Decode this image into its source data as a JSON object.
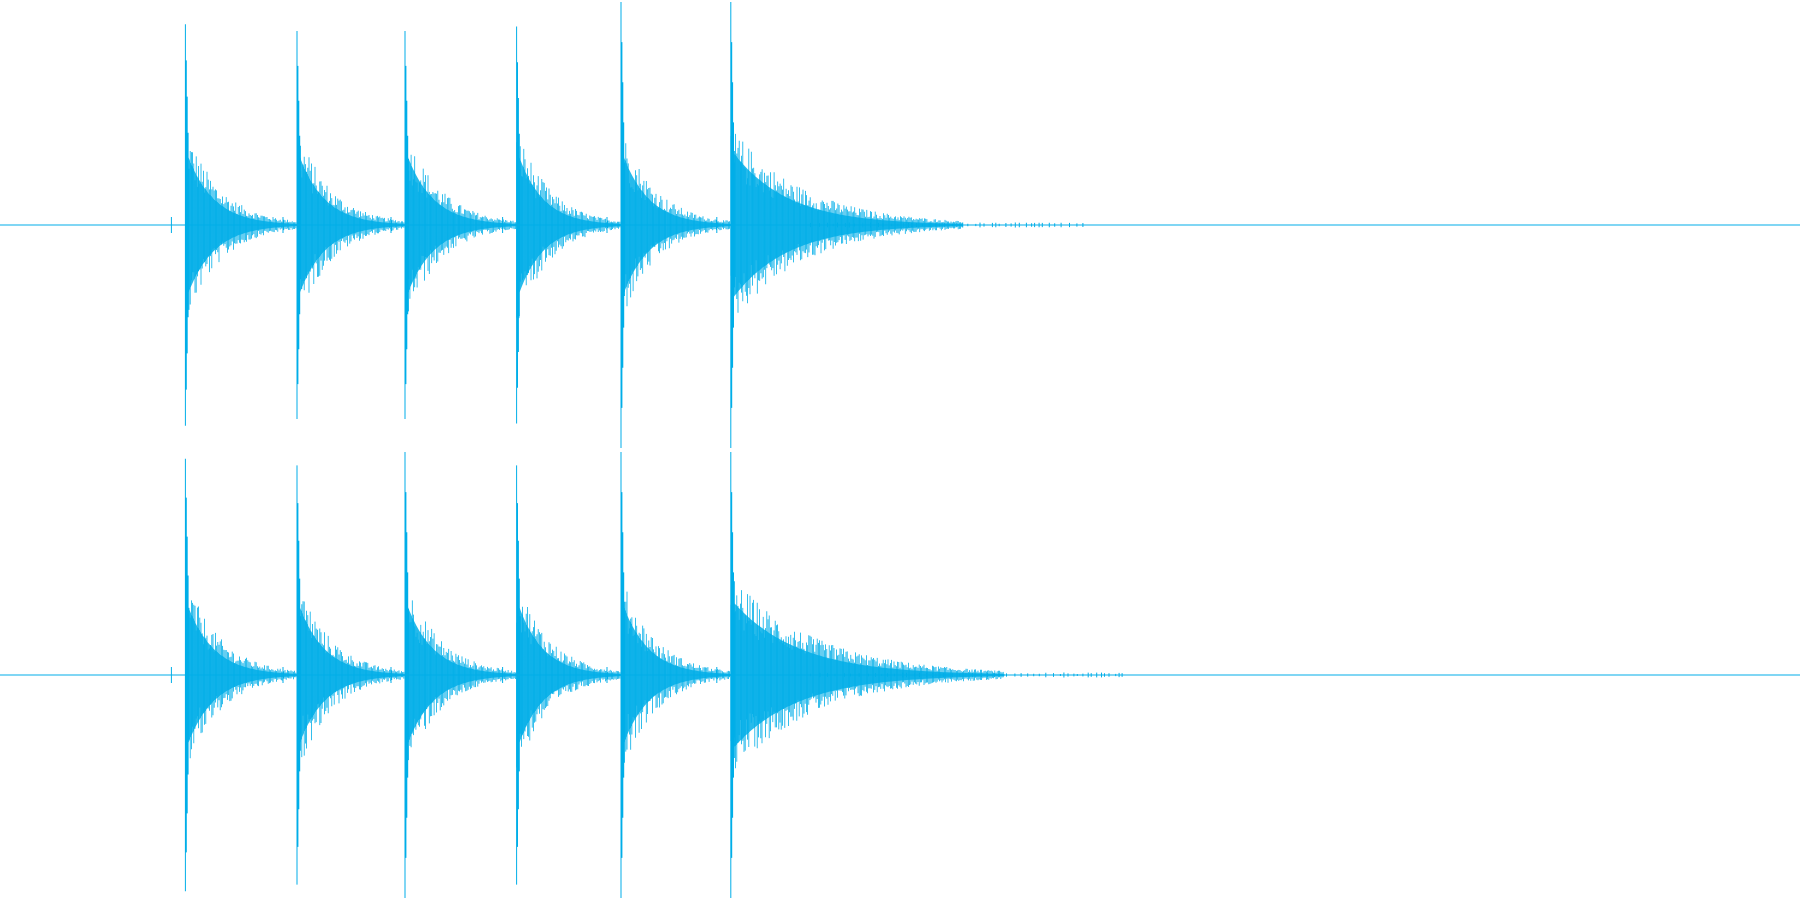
{
  "waveform": {
    "color": "#00aee8",
    "background": "#ffffff",
    "channel_count": 2,
    "channels": [
      {
        "name": "channel-1",
        "transients": [
          {
            "onset": 0.103,
            "peak_pos": 0.9,
            "peak_neg": 0.9,
            "body": 0.34
          },
          {
            "onset": 0.165,
            "peak_pos": 0.87,
            "peak_neg": 0.87,
            "body": 0.34
          },
          {
            "onset": 0.225,
            "peak_pos": 0.87,
            "peak_neg": 0.87,
            "body": 0.34
          },
          {
            "onset": 0.287,
            "peak_pos": 0.89,
            "peak_neg": 0.89,
            "body": 0.34
          },
          {
            "onset": 0.345,
            "peak_pos": 1.0,
            "peak_neg": 1.0,
            "body": 0.34
          },
          {
            "onset": 0.406,
            "peak_pos": 1.0,
            "peak_neg": 1.0,
            "body": 0.34
          }
        ],
        "tail_end": 0.535
      },
      {
        "name": "channel-2",
        "transients": [
          {
            "onset": 0.103,
            "peak_pos": 0.97,
            "peak_neg": 0.97,
            "body": 0.34
          },
          {
            "onset": 0.165,
            "peak_pos": 0.94,
            "peak_neg": 0.94,
            "body": 0.34
          },
          {
            "onset": 0.225,
            "peak_pos": 1.0,
            "peak_neg": 1.0,
            "body": 0.34
          },
          {
            "onset": 0.287,
            "peak_pos": 0.94,
            "peak_neg": 0.94,
            "body": 0.34
          },
          {
            "onset": 0.345,
            "peak_pos": 1.0,
            "peak_neg": 1.0,
            "body": 0.34
          },
          {
            "onset": 0.406,
            "peak_pos": 1.0,
            "peak_neg": 1.0,
            "body": 0.34
          }
        ],
        "tail_end": 0.558
      }
    ]
  }
}
